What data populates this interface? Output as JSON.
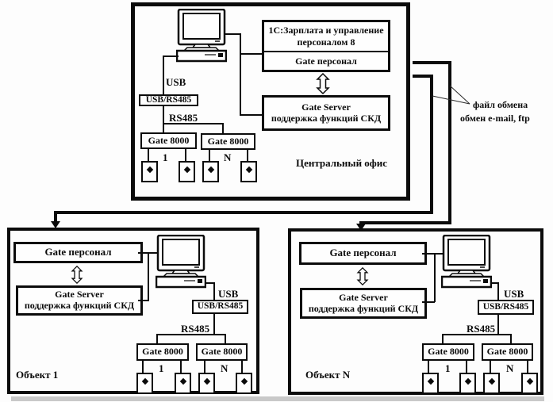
{
  "colors": {
    "ink": "#0b0b0b",
    "paper": "#fdfdfd"
  },
  "central_office": {
    "title": "Центральный офис",
    "app_line1": "1С:Зарплата и управление",
    "app_line2": "персоналом 8",
    "app_subtitle": "Gate персонал",
    "server_title": "Gate Server",
    "server_subtitle": "поддержка функций СКД",
    "usb": "USB",
    "converter": "USB/RS485",
    "rs485": "RS485",
    "gate1": "Gate 8000",
    "gate2": "Gate 8000",
    "idx1": "1",
    "idx2": "N"
  },
  "exchange": {
    "line1": "файл обмена",
    "line2": "обмен e-mail, ftp"
  },
  "object1": {
    "title": "Объект 1",
    "personal": "Gate персонал",
    "server_title": "Gate Server",
    "server_subtitle": "поддержка функций СКД",
    "usb": "USB",
    "converter": "USB/RS485",
    "rs485": "RS485",
    "gate1": "Gate 8000",
    "gate2": "Gate 8000",
    "idx1": "1",
    "idx2": "N"
  },
  "objectN": {
    "title": "Объект N",
    "personal": "Gate персонал",
    "server_title": "Gate Server",
    "server_subtitle": "поддержка функций СКД",
    "usb": "USB",
    "converter": "USB/RS485",
    "rs485": "RS485",
    "gate1": "Gate 8000",
    "gate2": "Gate 8000",
    "idx1": "1",
    "idx2": "N"
  }
}
